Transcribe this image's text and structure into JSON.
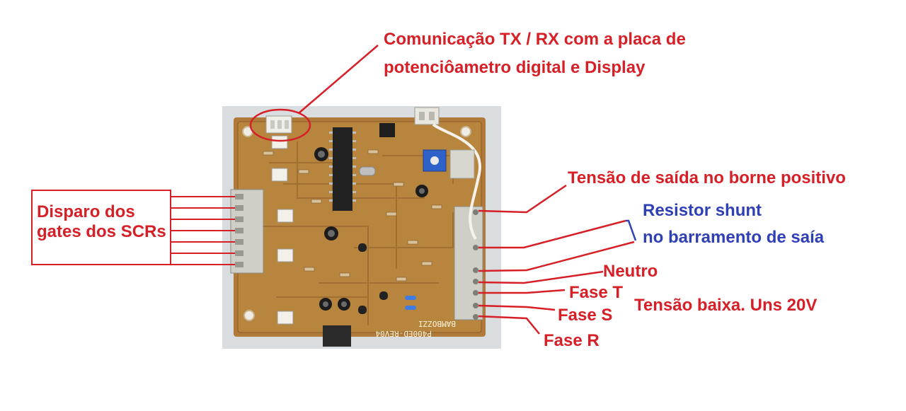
{
  "labels": {
    "comm_line1": "Comunicação TX / RX com a placa de",
    "comm_line2": "potenciôametro digital e Display",
    "output_voltage": "Tensão de saída no borne positivo",
    "shunt_line1": "Resistor shunt",
    "shunt_line2": "no barramento de saía",
    "neutro": "Neutro",
    "fase_t": "Fase T",
    "fase_s": "Fase S",
    "fase_r": "Fase R",
    "low_voltage": "Tensão baixa. Uns 20V",
    "gates_line1": "Disparo dos",
    "gates_line2": "gates dos SCRs"
  },
  "board": {
    "silkscreen": "P400ED-REV04",
    "brand": "BAMBOZZI"
  },
  "colors": {
    "annotation_red": "#d61f26",
    "annotation_blue": "#2f3fb5",
    "pcb_brown": "#b07a3a",
    "pcb_dark": "#8a5a26"
  }
}
